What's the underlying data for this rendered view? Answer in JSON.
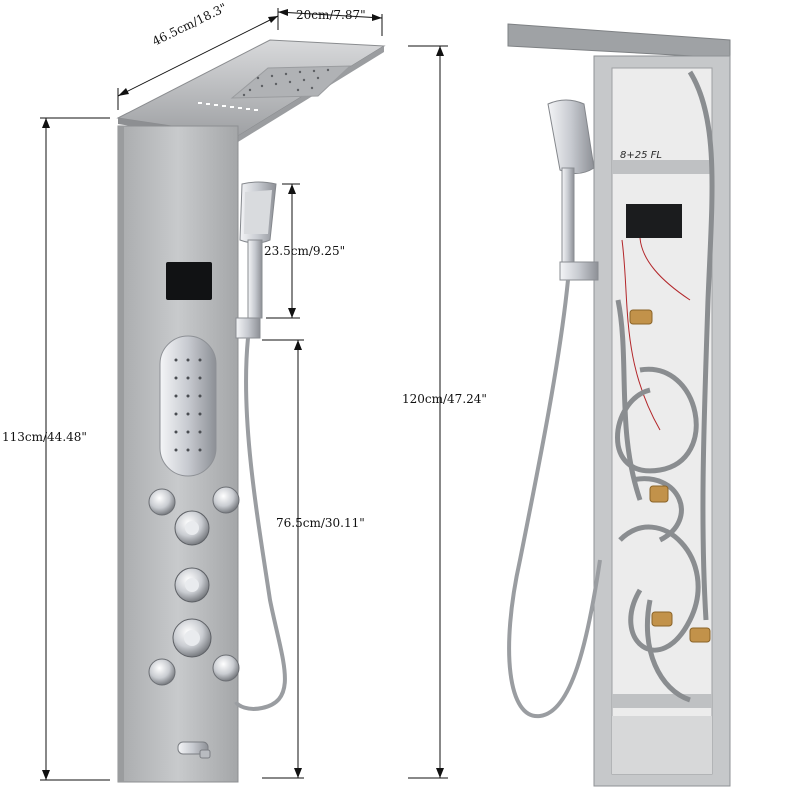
{
  "dimensions": {
    "depth": "20cm/7.87\"",
    "width": "46.5cm/18.3\"",
    "handshower": "23.5cm/9.25\"",
    "panel_height": "113cm/44.48\"",
    "hose": "76.5cm/30.11\"",
    "total_height": "120cm/47.24\""
  },
  "handwritten_label": "8+25 FL",
  "colors": {
    "brushed_steel": "#b9bbbd",
    "chrome": "#e4e6ea",
    "dimension_line": "#111111",
    "hose_gray": "#8a8d90",
    "fitting_brass": "#c2924a"
  }
}
